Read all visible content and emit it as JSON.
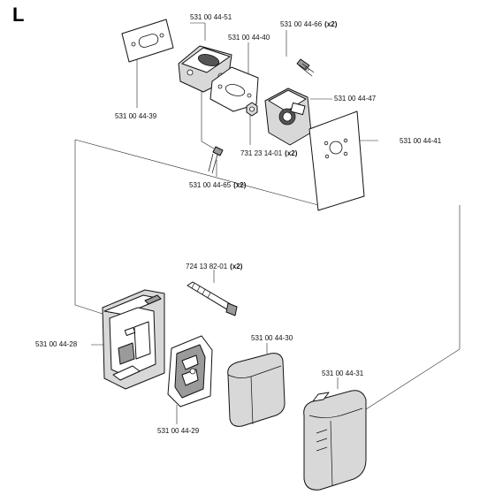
{
  "section_letter": "L",
  "parts": [
    {
      "id": "p39",
      "number": "531 00 44-39",
      "qty": ""
    },
    {
      "id": "p51",
      "number": "531 00 44-51",
      "qty": ""
    },
    {
      "id": "p40",
      "number": "531 00 44-40",
      "qty": ""
    },
    {
      "id": "p66",
      "number": "531 00 44-66",
      "qty": "(x2)"
    },
    {
      "id": "p47",
      "number": "531 00 44-47",
      "qty": ""
    },
    {
      "id": "p1401",
      "number": "731 23 14-01",
      "qty": "(x2)"
    },
    {
      "id": "p41",
      "number": "531 00 44-41",
      "qty": ""
    },
    {
      "id": "p65",
      "number": "531 00 44-65",
      "qty": "(x2)"
    },
    {
      "id": "p8201",
      "number": "724 13 82-01",
      "qty": "(x2)"
    },
    {
      "id": "p30",
      "number": "531 00 44-30",
      "qty": ""
    },
    {
      "id": "p28",
      "number": "531 00 44-28",
      "qty": ""
    },
    {
      "id": "p31",
      "number": "531 00 44-31",
      "qty": ""
    },
    {
      "id": "p29",
      "number": "531 00 44-29",
      "qty": ""
    }
  ]
}
